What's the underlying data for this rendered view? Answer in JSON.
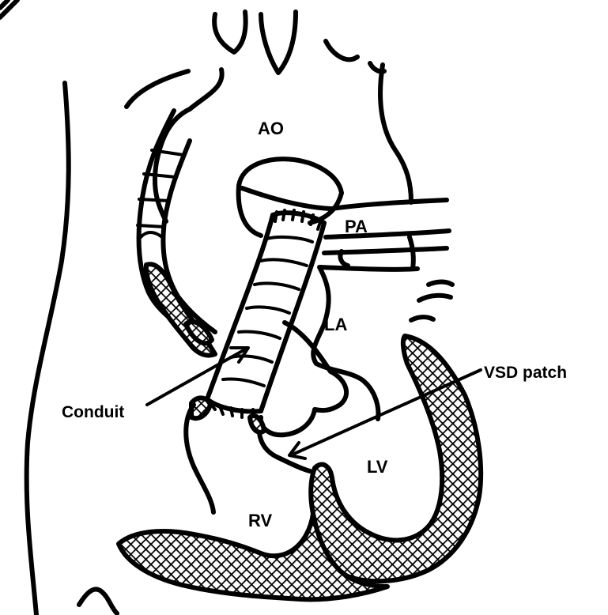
{
  "labels": {
    "ao": "AO",
    "pa": "PA",
    "la": "LA",
    "lv": "LV",
    "rv": "RV",
    "conduit": "Conduit",
    "vsd_patch": "VSD patch"
  }
}
